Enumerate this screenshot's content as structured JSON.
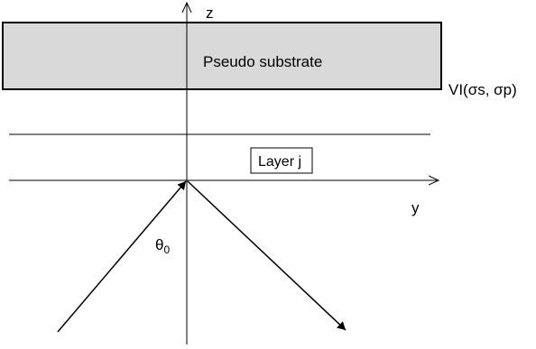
{
  "labels": {
    "substrate": "Pseudo substrate",
    "interface": "VI(σs, σp)",
    "layer": "Layer j",
    "z_axis": "z",
    "y_axis": "y",
    "angle_base": "θ",
    "angle_sub": "0"
  },
  "colors": {
    "substrate_fill": "#d9d9d9",
    "line": "#000000",
    "background": "#ffffff"
  }
}
